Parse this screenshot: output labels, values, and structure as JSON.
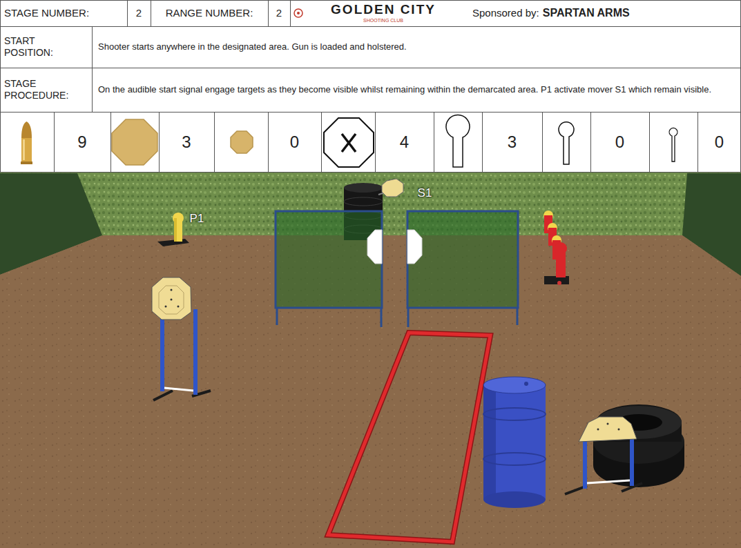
{
  "diagram": {
    "labels": [
      "STAGE NUMBER:",
      "2",
      "RANGE NUMBER:",
      "2",
      "GOLDEN CITY",
      "SHOOTING CLUB",
      "Sponsored by:",
      "SPARTAN ARMS",
      "START POSITION:",
      "Shooter starts anywhere in the designated area. Gun is loaded and holstered.",
      "STAGE PROCEDURE:",
      "On the audible start signal engage targets as they become visible whilst remaining within the demarcated area.  P1 activate mover S1 which remain visible.",
      "9",
      "3",
      "0",
      "4",
      "3",
      "0",
      "0",
      "P1",
      "S1"
    ]
  }
}
